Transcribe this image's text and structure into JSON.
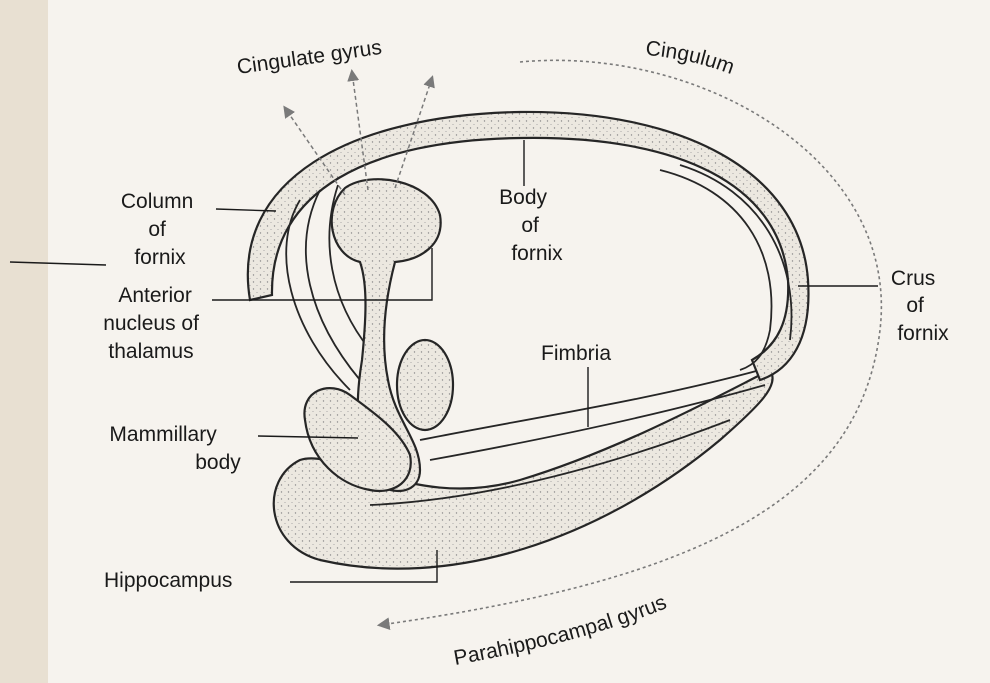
{
  "labels": {
    "cingulate_gyrus": "Cingulate gyrus",
    "cingulum": "Cingulum",
    "column_of_fornix": [
      "Column",
      "of",
      "fornix"
    ],
    "body_of_fornix": [
      "Body",
      "of",
      "fornix"
    ],
    "anterior_nucleus": [
      "Anterior",
      "nucleus of",
      "thalamus"
    ],
    "crus_of_fornix": [
      "Crus",
      "of",
      "fornix"
    ],
    "fimbria": "Fimbria",
    "mammillary_body": [
      "Mammillary",
      "body"
    ],
    "hippocampus": "Hippocampus",
    "parahippocampal_gyrus": "Parahippocampal gyrus"
  },
  "colors": {
    "background": "#f6f3ee",
    "structure_fill": "#ece8e0",
    "ink": "#262626",
    "arrow": "#7a7a7a"
  }
}
